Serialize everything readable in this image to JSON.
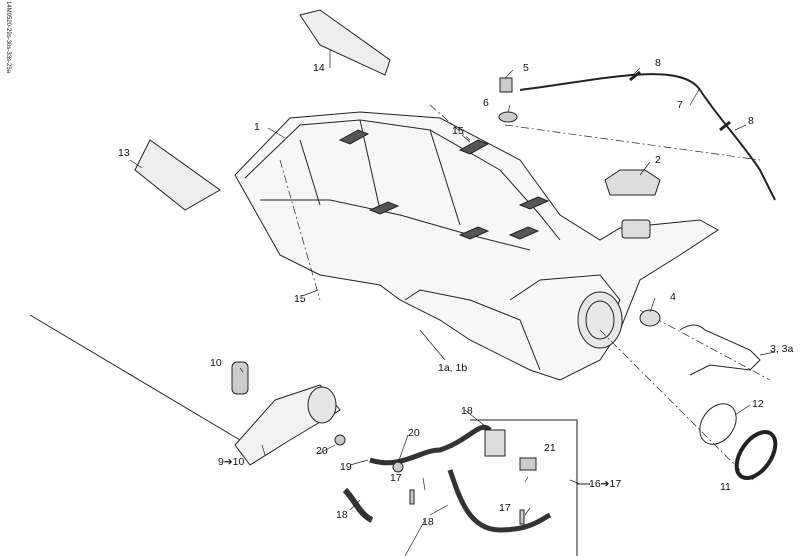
{
  "drawing_code": "14M0520-29s-30s-33s-25a",
  "callouts": {
    "c1": "1",
    "c1a": "1a, 1b",
    "c2": "2",
    "c3": "3, 3a",
    "c4": "4",
    "c5": "5",
    "c6": "6",
    "c7": "7",
    "c8a": "8",
    "c8b": "8",
    "c9": "9➔10",
    "c10": "10",
    "c11": "11",
    "c12": "12",
    "c13": "13",
    "c14": "14",
    "c15a": "15",
    "c15b": "15",
    "c16": "16➔17",
    "c17a": "17",
    "c17b": "17",
    "c18a": "18",
    "c18b": "18",
    "c18c": "18",
    "c19": "19",
    "c20a": "20",
    "c20b": "20",
    "c21": "21"
  },
  "colors": {
    "line": "#222222",
    "background": "#ffffff"
  }
}
